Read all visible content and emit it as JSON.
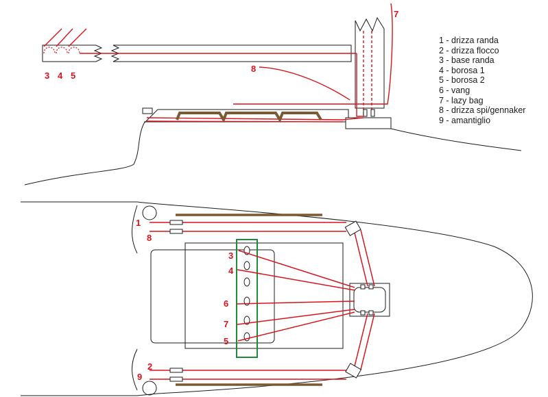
{
  "legend": [
    "1 - drizza randa",
    "2 - drizza flocco",
    "3 - base randa",
    "4 - borosa 1",
    "5 - borosa 2",
    "6 - vang",
    "7 - lazy bag",
    "8 - drizza spi/gennaker",
    "9 - amantiglio"
  ],
  "side_view": {
    "boom_labels": [
      "3",
      "4",
      "5"
    ],
    "mast_label": "7",
    "boom_line_label": "8"
  },
  "top_view": {
    "port_labels": [
      "1",
      "8"
    ],
    "starboard_labels": [
      "2",
      "9"
    ],
    "clutch_labels": [
      "3",
      "4",
      "6",
      "7",
      "5"
    ]
  },
  "colors": {
    "line": "#d7141c",
    "hull": "#1a1a1a",
    "rail": "#7a5a32",
    "clutch_box": "#1f8a3a"
  }
}
